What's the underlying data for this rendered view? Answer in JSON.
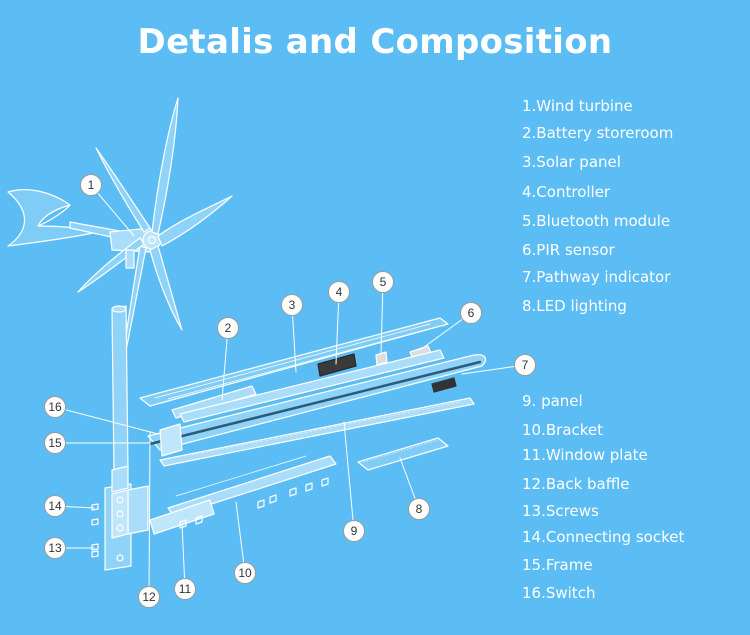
{
  "title": "Detalis and Composition",
  "callouts": [
    "1",
    "2",
    "3",
    "4",
    "5",
    "6",
    "7",
    "8",
    "9",
    "10",
    "11",
    "12",
    "13",
    "14",
    "15",
    "16"
  ],
  "legend": [
    "1.Wind turbine",
    "2.Battery storeroom",
    "3.Solar panel",
    "4.Controller",
    "5.Bluetooth module",
    "6.PIR sensor",
    "7.Pathway indicator",
    "8.LED lighting",
    "9. panel",
    "10.Bracket",
    "11.Window plate",
    "12.Back baffle",
    "13.Screws",
    "14.Connecting socket",
    "15.Frame",
    "16.Switch"
  ],
  "colors": {
    "background": "#5bbdf4",
    "line": "#ffffff",
    "callout_fill": "#ffffff",
    "callout_text": "#333333"
  }
}
